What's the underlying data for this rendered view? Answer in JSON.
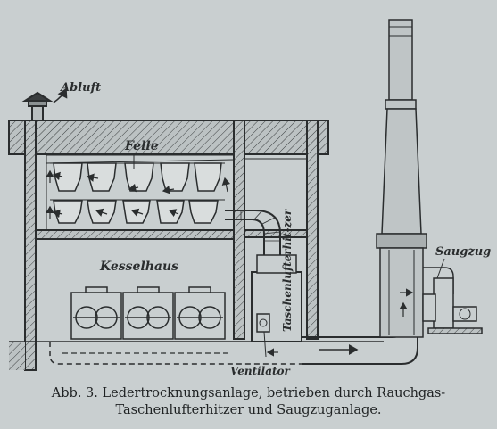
{
  "labels": {
    "abluft": "Abluft",
    "felle": "Felle",
    "kesselhaus": "Kesselhaus",
    "taschenlufterhitzer": "Taschenlufterhit-zer",
    "saugzug": "Saugzug",
    "ventilator": "Ventilator"
  },
  "caption": {
    "line1": "Abb. 3.  Ledertrocknungsanlage, betrieben durch Rauchgas-",
    "line2": "Taschenlufterhitzer und Saugzuganlage."
  },
  "colors": {
    "paper": "#c9cfd0",
    "ink": "#2a2d2e",
    "wall_fill": "#b9bfc0"
  }
}
